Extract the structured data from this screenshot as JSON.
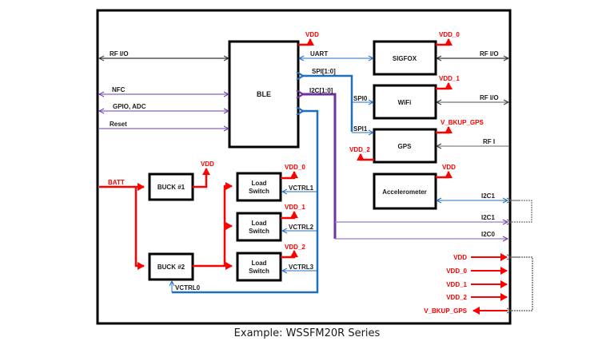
{
  "caption": "Example: WSSFM20R Series",
  "colors": {
    "power": "#ff0000",
    "blue_bus": "#1f6fc0",
    "purple_bus": "#7030a0",
    "light_purple": "#9b7fc8",
    "black": "#000000",
    "gray": "#888888"
  },
  "blocks": {
    "ble": "BLE",
    "sigfox": "SIGFOX",
    "wifi": "WiFi",
    "gps": "GPS",
    "accelerometer": "Accelerometer",
    "buck1": "BUCK #1",
    "buck2": "BUCK #2",
    "load_switch_line1": "Load",
    "load_switch_line2": "Switch"
  },
  "ble_left_signals": {
    "rf": "RF I/O",
    "nfc": "NFC",
    "gpio": "GPIO, ADC",
    "reset": "Reset"
  },
  "buses": {
    "uart": "UART",
    "spi": "SPI[1:0]",
    "i2c": "I2C[1:0]",
    "spi0": "SPI0",
    "spi1": "SPI1"
  },
  "power_labels": {
    "ble_vdd": "VDD",
    "sigfox_vdd": "VDD_0",
    "wifi_vdd": "VDD_1",
    "gps_vbkup": "V_BKUP_GPS",
    "gps_vdd2": "VDD_2",
    "accel_vdd": "VDD",
    "buck1_vdd": "VDD",
    "ls1_vdd": "VDD_0",
    "ls2_vdd": "VDD_1",
    "ls3_vdd": "VDD_2",
    "batt": "BATT"
  },
  "controls": {
    "vctrl0": "VCTRL0",
    "vctrl1": "VCTRL1",
    "vctrl2": "VCTRL2",
    "vctrl3": "VCTRL3"
  },
  "right_signals": {
    "sigfox_rf": "RF I/O",
    "wifi_rf": "RF I/O",
    "gps_rf": "RF I",
    "accel_i2c": "I2C1",
    "i2c1": "I2C1",
    "i2c0": "I2C0"
  },
  "power_pins": [
    "VDD",
    "VDD_0",
    "VDD_1",
    "VDD_2",
    "V_BKUP_GPS"
  ]
}
